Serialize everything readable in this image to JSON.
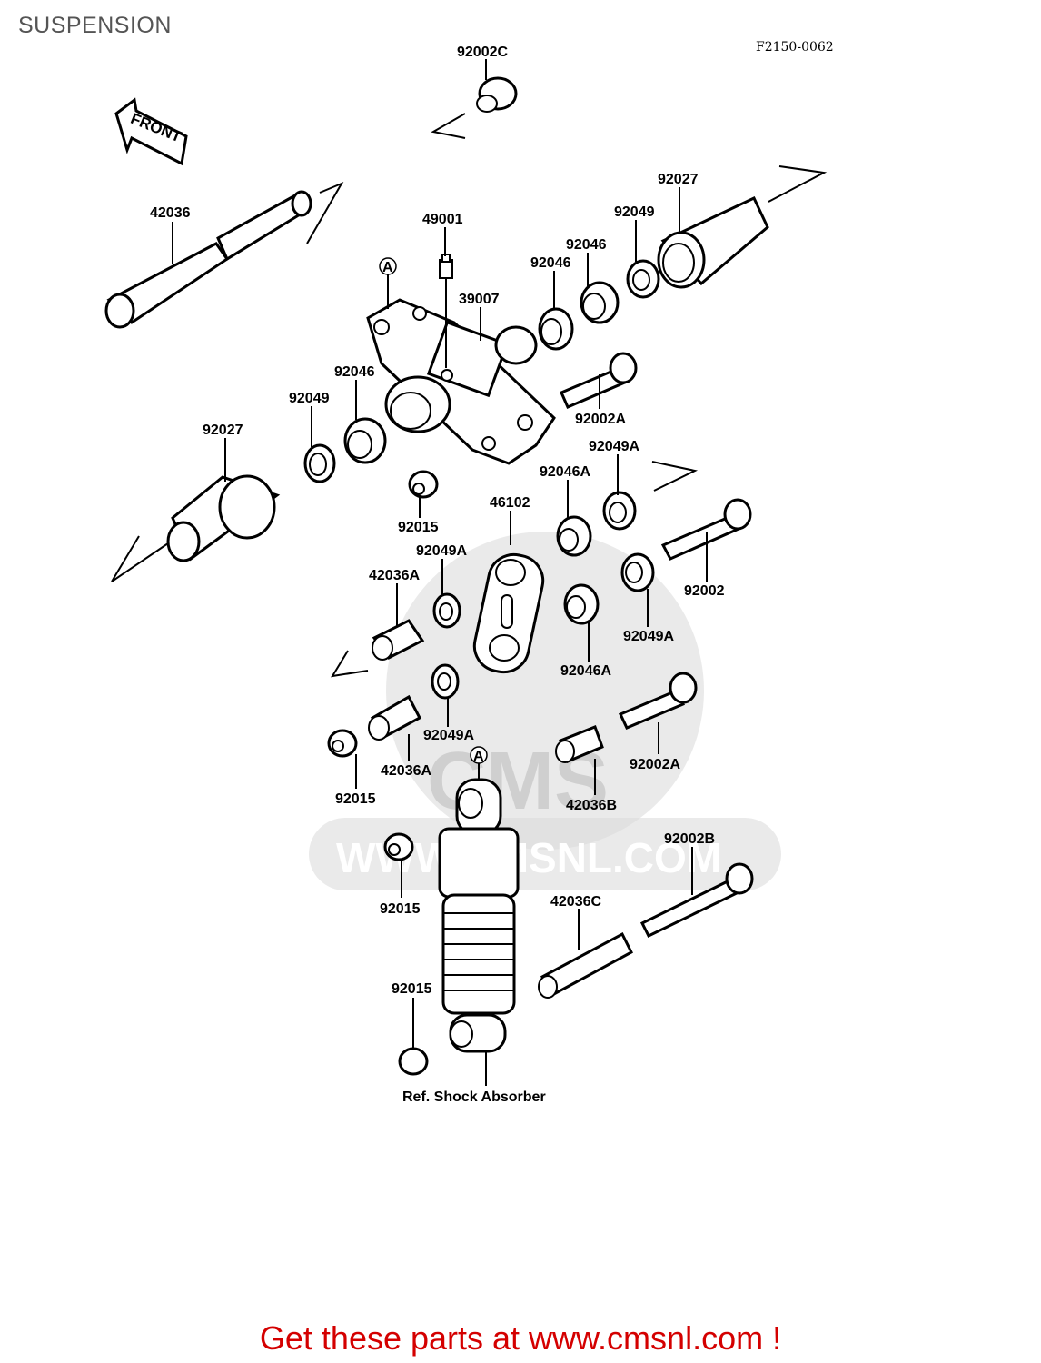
{
  "page": {
    "title": "SUSPENSION",
    "diagram_code": "F2150-0062",
    "footer_text": "Get these parts at www.cmsnl.com !"
  },
  "watermark": {
    "text": "WWW.CMSNL.COM",
    "logo_text": "CMS"
  },
  "front_arrow": {
    "label": "FRONT"
  },
  "callouts": {
    "c92002C": "92002C",
    "c42036": "42036",
    "c49001": "49001",
    "cA1": "A",
    "c39007": "39007",
    "c92027_top": "92027",
    "c92049_top": "92049",
    "c92046_top1": "92046",
    "c92046_top2": "92046",
    "c92046_left": "92046",
    "c92049_left": "92049",
    "c92027_left": "92027",
    "c92002A_top": "92002A",
    "c92049A_top": "92049A",
    "c92046A_top": "92046A",
    "c46102": "46102",
    "c92015_1": "92015",
    "c92049A_mid": "92049A",
    "c42036A_1": "42036A",
    "c92002": "92002",
    "c92049A_right": "92049A",
    "c92046A_low": "92046A",
    "c92049A_low": "92049A",
    "c42036A_2": "42036A",
    "cA2": "A",
    "c92002A_low": "92002A",
    "c92015_2": "92015",
    "c42036B": "42036B",
    "c92002B": "92002B",
    "c92015_3": "92015",
    "c42036C": "42036C",
    "c92015_4": "92015",
    "ref_shock": "Ref. Shock Absorber"
  }
}
